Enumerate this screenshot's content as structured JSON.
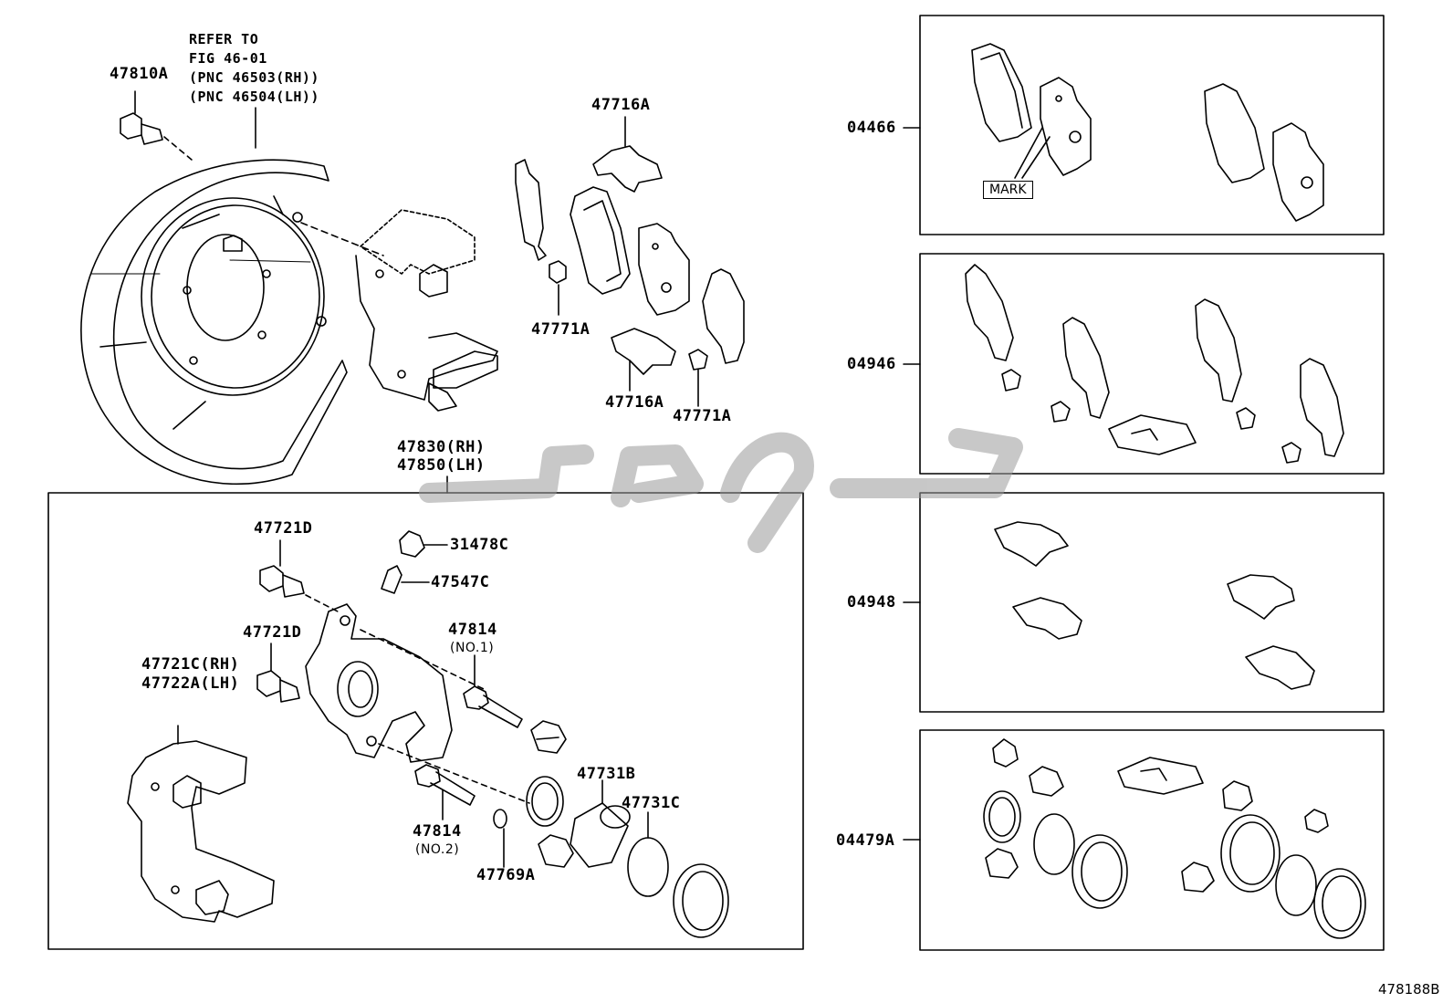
{
  "refer_note": "REFER TO\nFIG 46-01\n(PNC 46503(RH))\n(PNC 46504(LH))",
  "labels": {
    "p47810A": "47810A",
    "p47716A_top": "47716A",
    "p47771A_left": "47771A",
    "p47716A_bottom": "47716A",
    "p47771A_right": "47771A",
    "p47830": "47830(RH)",
    "p47850": "47850(LH)",
    "p47721D_top": "47721D",
    "p31478C": "31478C",
    "p47547C": "47547C",
    "p47721D_mid": "47721D",
    "p47814_1": "47814",
    "p47814_1_sub": "(NO.1)",
    "p47721C": "47721C(RH)",
    "p47722A": "47722A(LH)",
    "p47731B": "47731B",
    "p47731C": "47731C",
    "p47814_2": "47814",
    "p47814_2_sub": "(NO.2)",
    "p47769A": "47769A",
    "k04466": "04466",
    "k04946": "04946",
    "k04948": "04948",
    "k04479A": "04479A",
    "mark": "MARK"
  },
  "figure_ref": "478188B",
  "colors": {
    "line": "#000000",
    "watermark": "#9a9a9a"
  }
}
